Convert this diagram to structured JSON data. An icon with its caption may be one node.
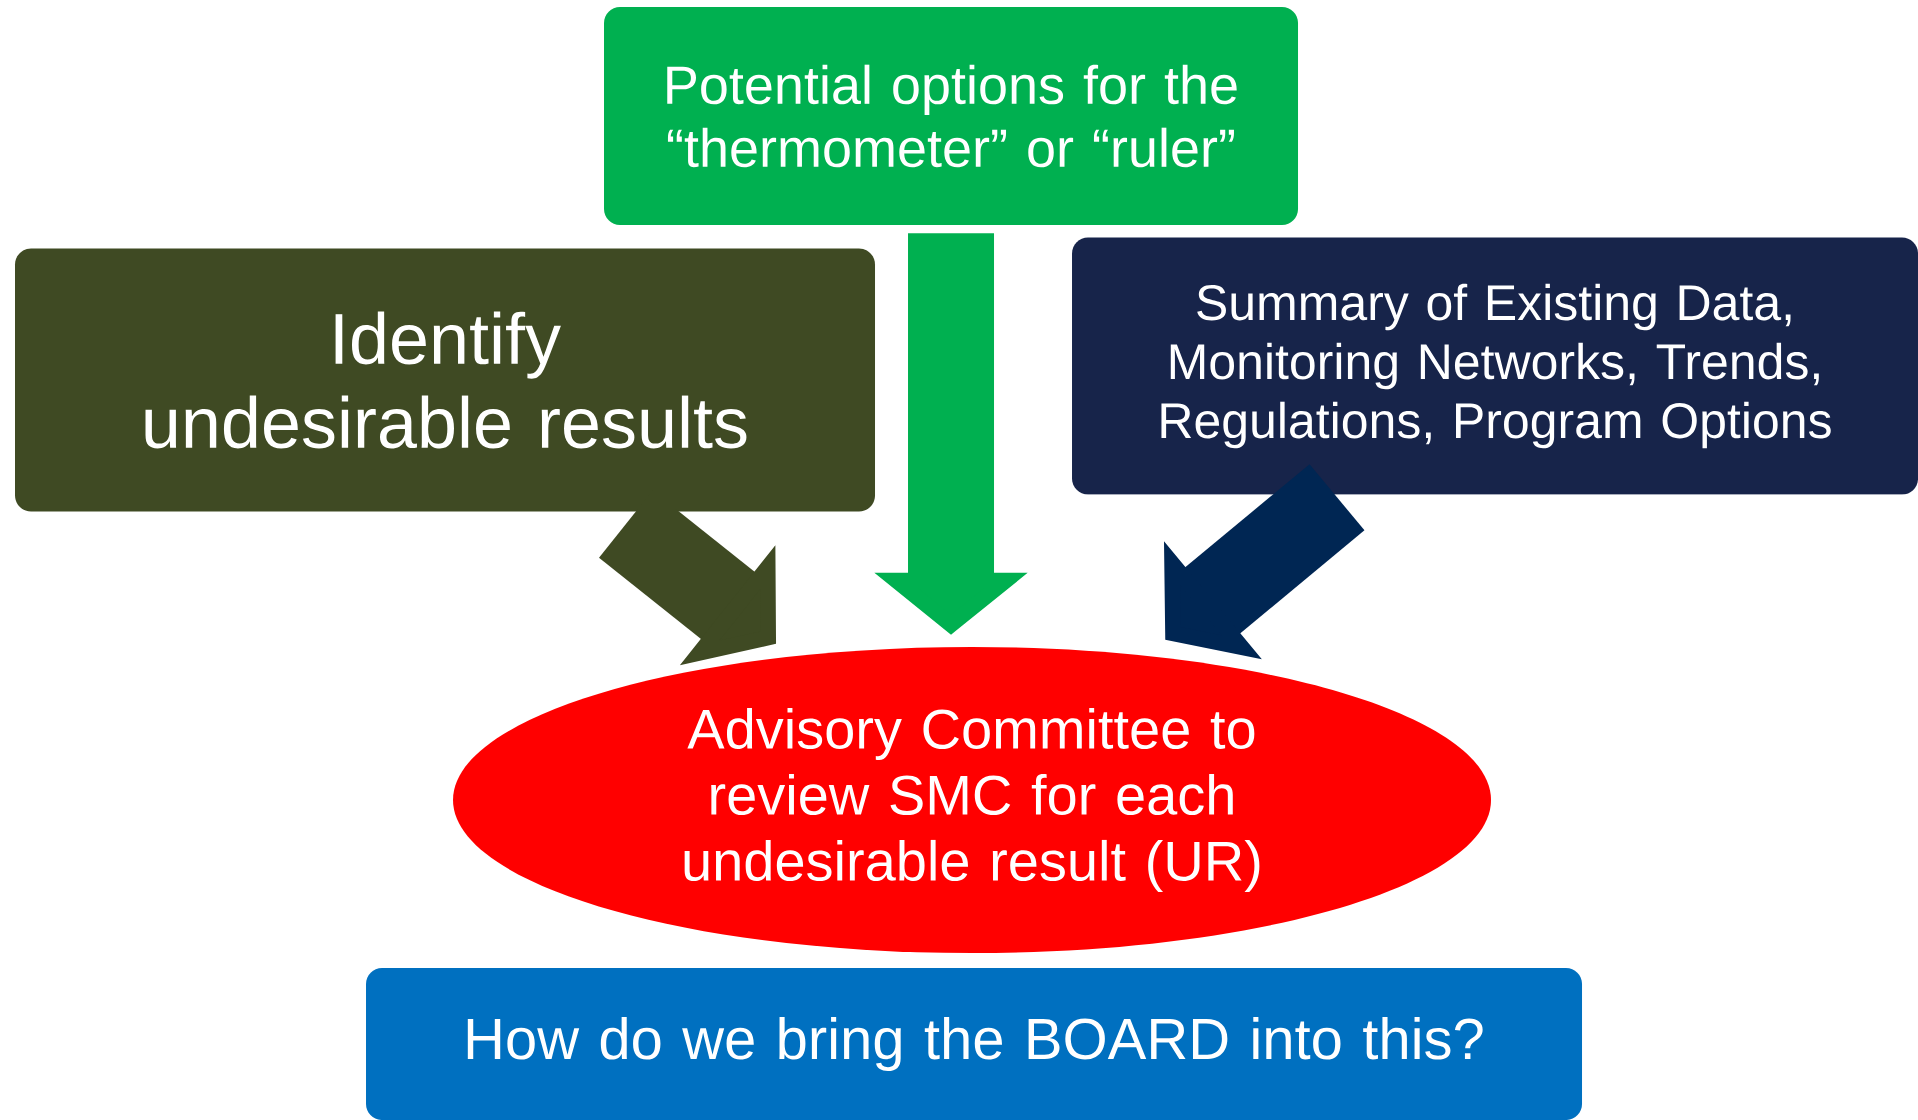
{
  "diagram": {
    "nodes": [
      {
        "text": [
          "Potential options for the “thermometer” or “ruler”"
        ]
      },
      {
        "text": [
          "Identify undesirable results"
        ]
      },
      {
        "text": [
          "Summary  of Existing Data, Monitoring Networks, Trends, Regulations, Program Options"
        ]
      },
      {
        "text": [
          "Advisory Committee to review SMC for each undesirable result (UR)"
        ]
      },
      {
        "text": [
          "How do we bring the BOARD into this?"
        ]
      }
    ],
    "edges": [
      {
        "from": 1,
        "to": 3,
        "arrow": "to",
        "color": "#3f4a23"
      },
      {
        "from": 0,
        "to": 3,
        "arrow": "to",
        "color": "#00b050"
      },
      {
        "from": 2,
        "to": 3,
        "arrow": "to",
        "color": "#002653"
      }
    ]
  }
}
